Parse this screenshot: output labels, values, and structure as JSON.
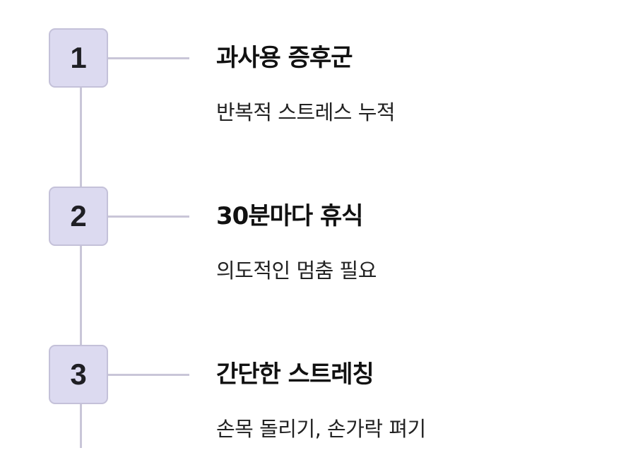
{
  "colors": {
    "badge_fill": "#dcdaf0",
    "badge_border": "#c4c1d9",
    "line": "#c9c6d8",
    "title_text": "#111111",
    "desc_text": "#222222"
  },
  "steps": [
    {
      "number": "1",
      "title": "과사용 증후군",
      "description": "반복적 스트레스 누적"
    },
    {
      "number": "2",
      "title": "30분마다 휴식",
      "description": "의도적인 멈춤 필요"
    },
    {
      "number": "3",
      "title": "간단한 스트레칭",
      "description": "손목 돌리기, 손가락 펴기"
    }
  ]
}
